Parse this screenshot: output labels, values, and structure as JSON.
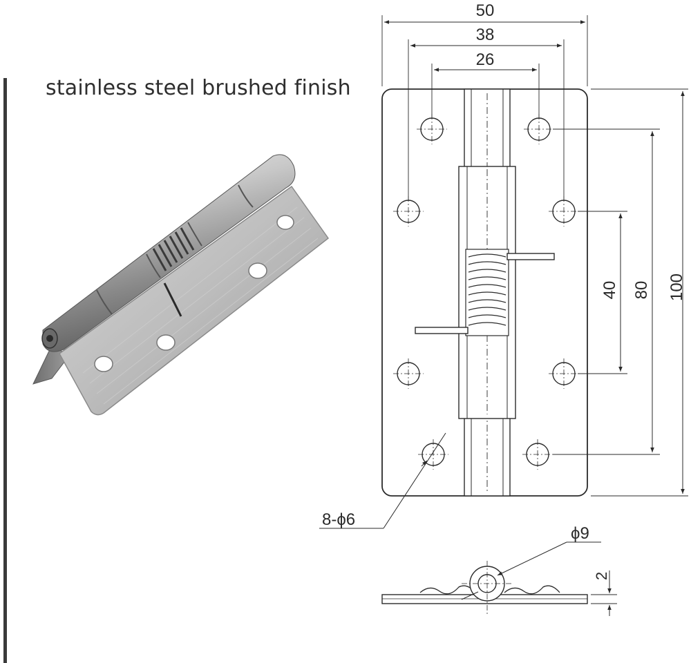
{
  "caption": "stainless steel brushed finish",
  "product_photo": {
    "icon": "spring-hinge-photo"
  },
  "drawing": {
    "dimensions": {
      "width_outer": "50",
      "hole_spacing_outer": "38",
      "hole_spacing_inner": "26",
      "height_total": "100",
      "hole_pitch_outer": "80",
      "hole_pitch_inner": "40",
      "holes_callout": "8-ϕ6",
      "knuckle_diameter": "ϕ9",
      "thickness": "2"
    }
  }
}
